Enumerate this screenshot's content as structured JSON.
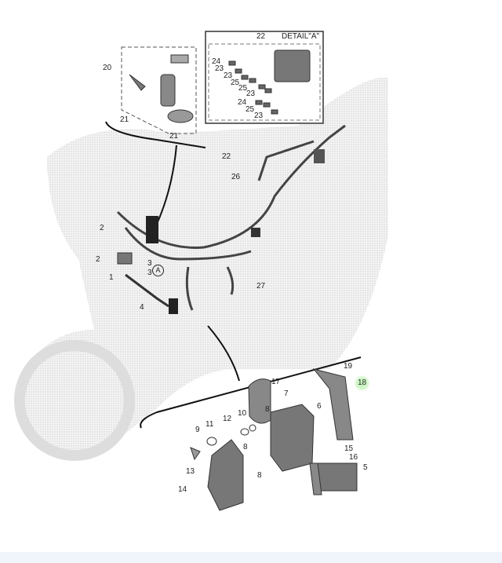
{
  "diagram": {
    "detail_title": "DETAIL\"A\"",
    "callout_A": "A",
    "highlight_color": "#9be58f",
    "labels": {
      "l20": "20",
      "l21a": "21",
      "l21b": "21",
      "l22a": "22",
      "l24a": "24",
      "l23a": "23",
      "l23b": "23",
      "l25a": "25",
      "l25b": "25",
      "l23c": "23",
      "l24b": "24",
      "l25c": "25",
      "l23d": "23",
      "l22b": "22",
      "l26": "26",
      "l2a": "2",
      "l2b": "2",
      "l3a": "3",
      "l3b": "3",
      "l1": "1",
      "l27": "27",
      "l4": "4",
      "l19": "19",
      "l18": "18",
      "l17": "17",
      "l7": "7",
      "l8a": "8",
      "l6": "6",
      "l10": "10",
      "l12": "12",
      "l11": "11",
      "l9": "9",
      "l8b": "8",
      "l15": "15",
      "l16": "16",
      "l13": "13",
      "l8c": "8",
      "l5": "5",
      "l14": "14"
    }
  }
}
